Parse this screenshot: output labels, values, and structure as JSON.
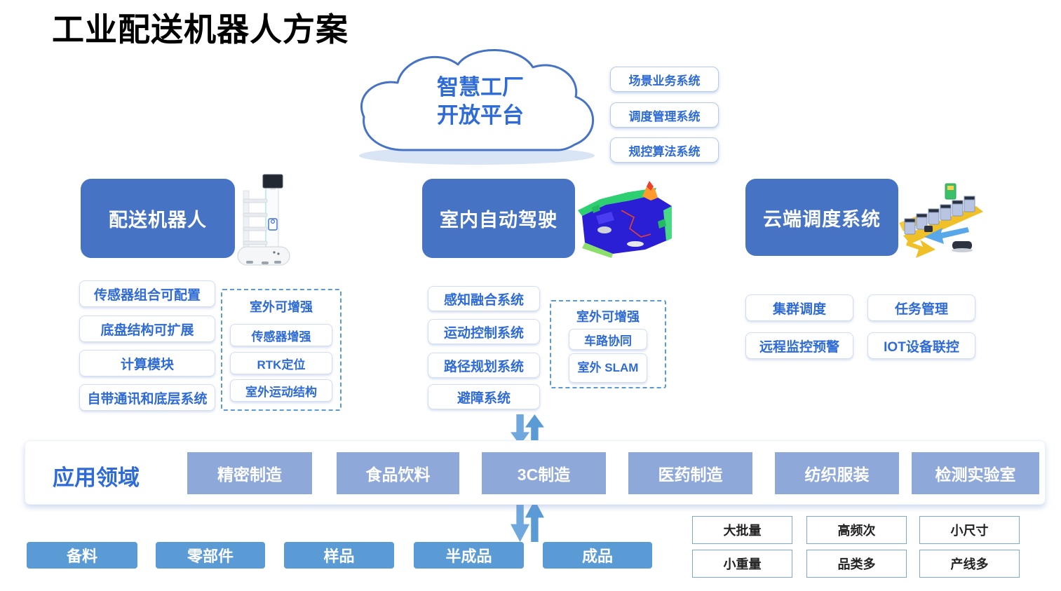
{
  "title": "工业配送机器人方案",
  "cloud": {
    "line1": "智慧工厂",
    "line2": "开放平台",
    "systems": [
      "场景业务系统",
      "调度管理系统",
      "规控算法系统"
    ]
  },
  "sections": [
    {
      "title": "配送机器人",
      "image": "delivery-robot",
      "features": [
        "传感器组合可配置",
        "底盘结构可扩展",
        "计算模块",
        "自带通讯和底层系统"
      ],
      "outdoor_title": "室外可增强",
      "outdoor_items": [
        "传感器增强",
        "RTK定位",
        "室外运动结构"
      ]
    },
    {
      "title": "室内自动驾驶",
      "image": "slam-map",
      "features": [
        "感知融合系统",
        "运动控制系统",
        "路径规划系统",
        "避障系统"
      ],
      "outdoor_title": "室外可增强",
      "outdoor_items": [
        "车路协同",
        "室外 SLAM"
      ]
    },
    {
      "title": "云端调度系统",
      "image": "robot-fleet",
      "features": [
        "集群调度",
        "任务管理",
        "远程监控预警",
        "IOT设备联控"
      ]
    }
  ],
  "applications": {
    "label": "应用领域",
    "items": [
      "精密制造",
      "食品饮料",
      "3C制造",
      "医药制造",
      "纺织服装",
      "检测实验室"
    ]
  },
  "materials": [
    "备料",
    "零部件",
    "样品",
    "半成品",
    "成品"
  ],
  "characteristics": [
    [
      "大批量",
      "高频次",
      "小尺寸"
    ],
    [
      "小重量",
      "品类多",
      "产线多"
    ]
  ],
  "colors": {
    "primary_blue": "#4673C4",
    "accent_blue": "#2E6BD6",
    "muted_blue": "#8FA8DA",
    "sky_blue": "#5B9BD5"
  }
}
